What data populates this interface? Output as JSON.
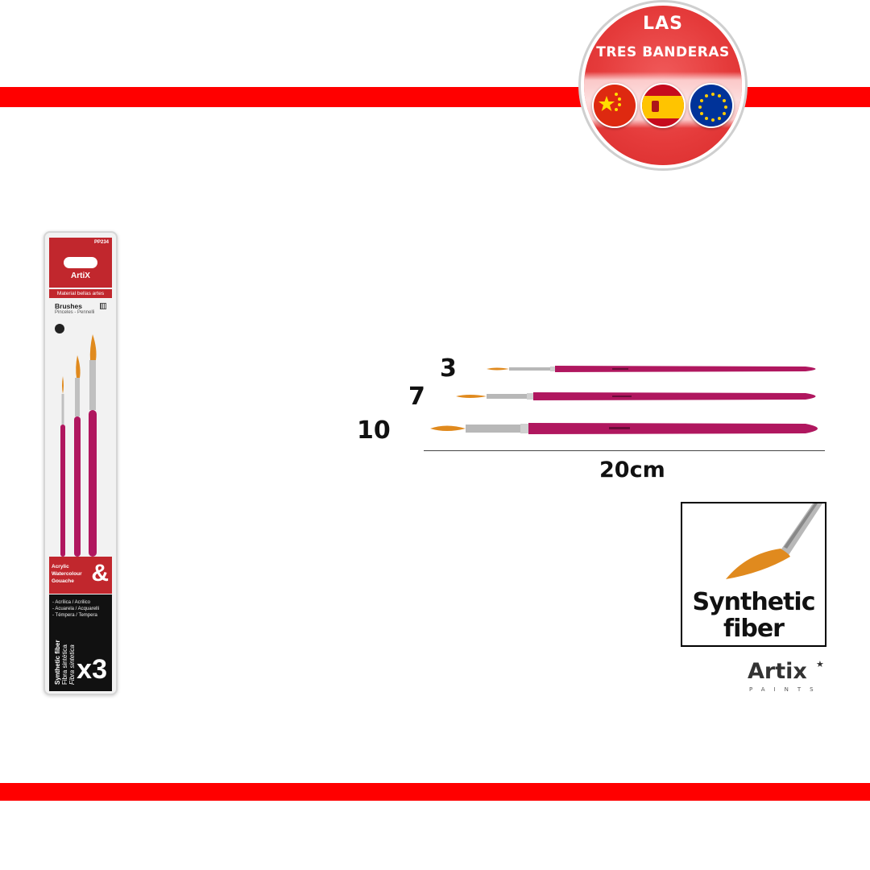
{
  "badge": {
    "line1": "LAS",
    "line2": "TRES BANDERAS",
    "flags": [
      "china-flag-icon",
      "spain-flag-icon",
      "eu-flag-icon"
    ]
  },
  "package": {
    "code": "PP234",
    "logo": "ArtiX",
    "subtitle": "Material bellas artes",
    "title": "Brushes",
    "title_sub": "Pinceles - Pennelli",
    "uses_line1": "Acrylic",
    "uses_line2": "Watercolour",
    "uses_line3": "Gouache",
    "amp": "&",
    "list1": "- Acrílica / Acrilico",
    "list2": "- Acuarela / Acquarelli",
    "list3": "- Témpera / Tempera",
    "fiber1": "Synthetic fiber",
    "fiber2": "Fibra sintética",
    "fiber3": "Fibra sintetica",
    "count": "x3"
  },
  "sizes": [
    "3",
    "7",
    "10"
  ],
  "measure": "20cm",
  "fiber": {
    "line1": "Synthetic",
    "line2": "fiber"
  },
  "brand": {
    "name": "Artix",
    "star": "★",
    "sub": "PAINTS"
  },
  "colors": {
    "stripe": "#ff0000",
    "badge_red": "#e53b3b",
    "handle": "#b0175f",
    "bristle": "#e08a1e",
    "ferrule": "#b8b8b8"
  }
}
